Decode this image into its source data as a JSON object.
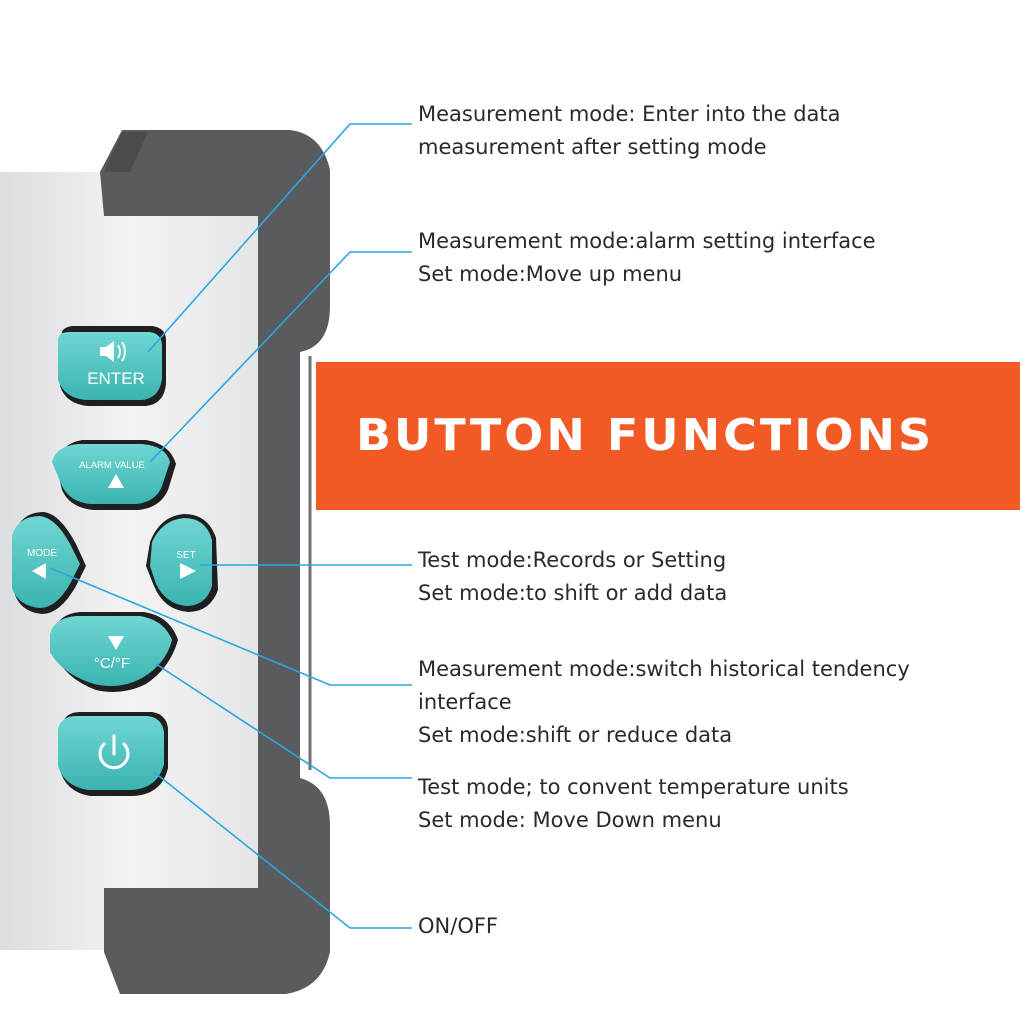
{
  "banner": {
    "title": "BUTTON FUNCTIONS"
  },
  "device": {
    "buttons": {
      "enter": "ENTER",
      "alarm": "ALARM VALUE",
      "mode": "MODE",
      "set": "SET",
      "unit": "°C/°F"
    }
  },
  "annotations": {
    "enter": [
      "Measurement mode: Enter into the data",
      "measurement after setting mode"
    ],
    "alarm": [
      "Measurement mode:alarm setting interface",
      "Set mode:Move up menu"
    ],
    "set": [
      "Test mode:Records or Setting",
      "Set mode:to shift or add data"
    ],
    "mode": [
      "Measurement mode:switch historical tendency",
      "interface",
      "Set mode:shift or reduce data"
    ],
    "unit": [
      "Test mode; to convent temperature units",
      "Set mode: Move Down menu"
    ],
    "power": [
      "ON/OFF"
    ]
  },
  "colors": {
    "accent_orange": "#f15a24",
    "button_teal": "#4ec5c1",
    "casing_dark": "#595b5e",
    "leader_line": "#2aa7df"
  },
  "icons": [
    "speaker-icon",
    "up-triangle-icon",
    "left-triangle-icon",
    "right-triangle-icon",
    "down-triangle-icon",
    "power-icon"
  ]
}
